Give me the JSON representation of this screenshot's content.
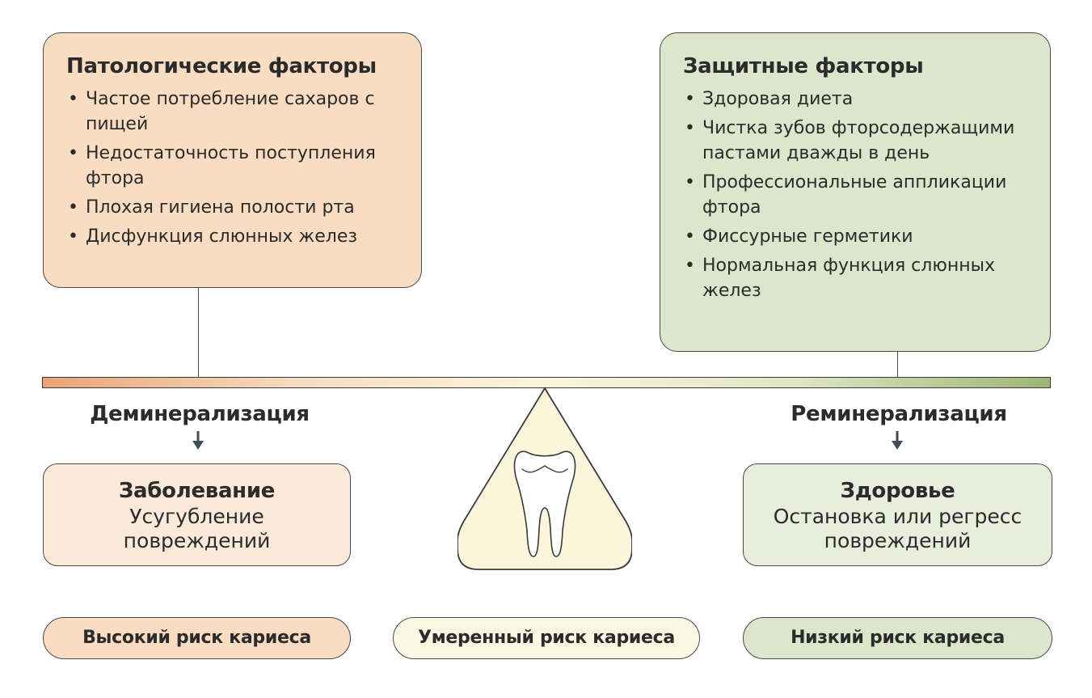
{
  "pathological": {
    "title": "Патологические факторы",
    "items": [
      "Частое потребление сахаров с пищей",
      "Недостаточность поступления фтора",
      "Плохая гигиена полости рта",
      "Дисфункция слюнных желез"
    ]
  },
  "protective": {
    "title": "Защитные факторы",
    "items": [
      "Здоровая диета",
      "Чистка зубов фторсодержащими пастами дважды в день",
      "Профессиональные аппликации фтора",
      "Фиссурные герметики",
      "Нормальная функция слюнных желез"
    ]
  },
  "process": {
    "left": "Деминерализация",
    "right": "Реминерализация"
  },
  "states": {
    "disease": {
      "title": "Заболевание",
      "description": "Усугубление повреждений"
    },
    "health": {
      "title": "Здоровье",
      "description": "Остановка или регресс повреждений"
    }
  },
  "risk": {
    "high": "Высокий риск кариеса",
    "moderate": "Умеренный риск кариеса",
    "low": "Низкий риск кариеса"
  },
  "colors": {
    "pathological": "#f9dcc2",
    "protective": "#dde5cc",
    "disease": "#fbe9da",
    "health": "#e9eddc",
    "moderate": "#fcf7e2",
    "beam_left": "#eaa478",
    "beam_right": "#9db576"
  },
  "icons": [
    "tooth-icon",
    "arrow-down-icon"
  ]
}
